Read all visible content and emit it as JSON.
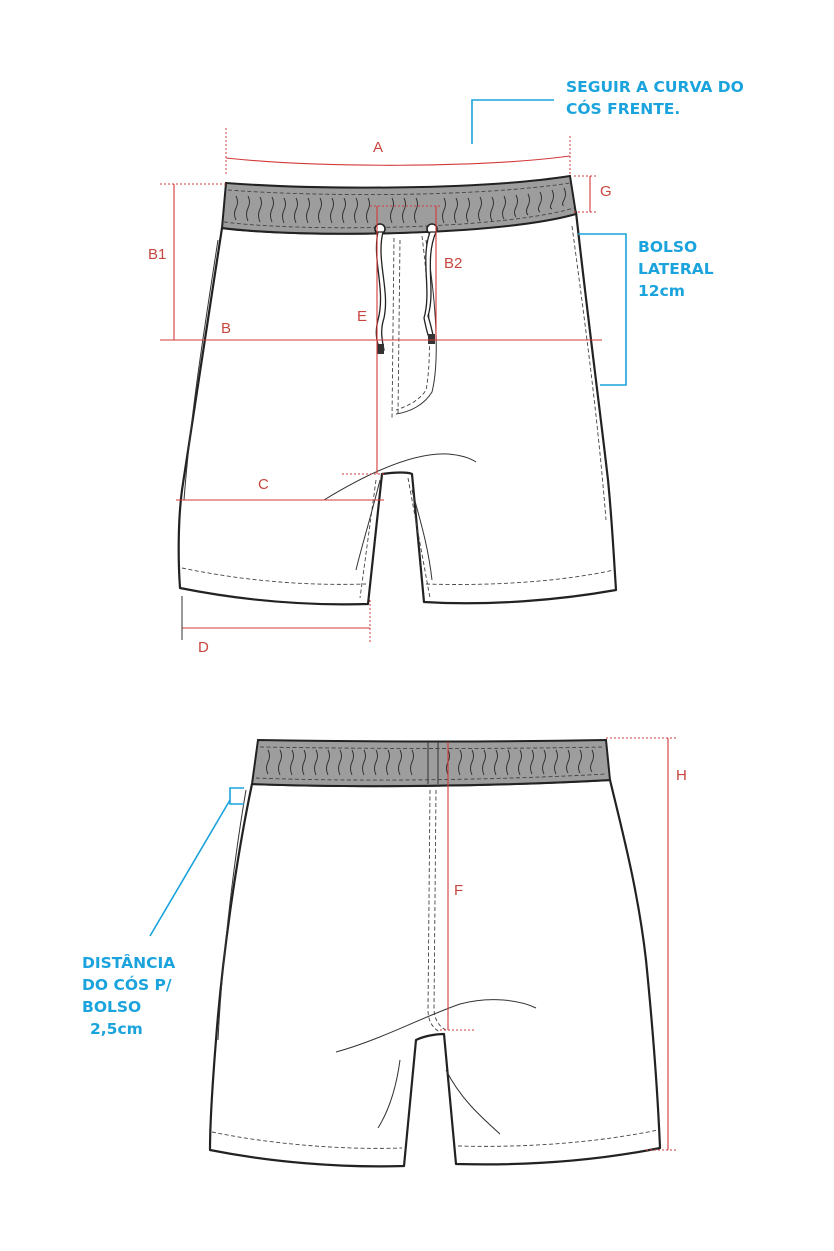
{
  "notes": {
    "curva_line1": "SEGUIR A CURVA DO",
    "curva_line2": "CÓS FRENTE.",
    "bolso_line1": "BOLSO",
    "bolso_line2": "LATERAL",
    "bolso_line3": "12cm",
    "distancia_line1": "DISTÂNCIA",
    "distancia_line2": "DO CÓS P/",
    "distancia_line3": "BOLSO",
    "distancia_line4": "2,5cm"
  },
  "measures": {
    "a": "A",
    "b": "B",
    "b1": "B1",
    "b2": "B2",
    "c": "C",
    "d": "D",
    "e": "E",
    "f": "F",
    "g": "G",
    "h": "H"
  },
  "colors": {
    "measure_red": "#d23a3a",
    "note_blue": "#1aa3dc",
    "waistband_gray": "#9d9d9d"
  }
}
